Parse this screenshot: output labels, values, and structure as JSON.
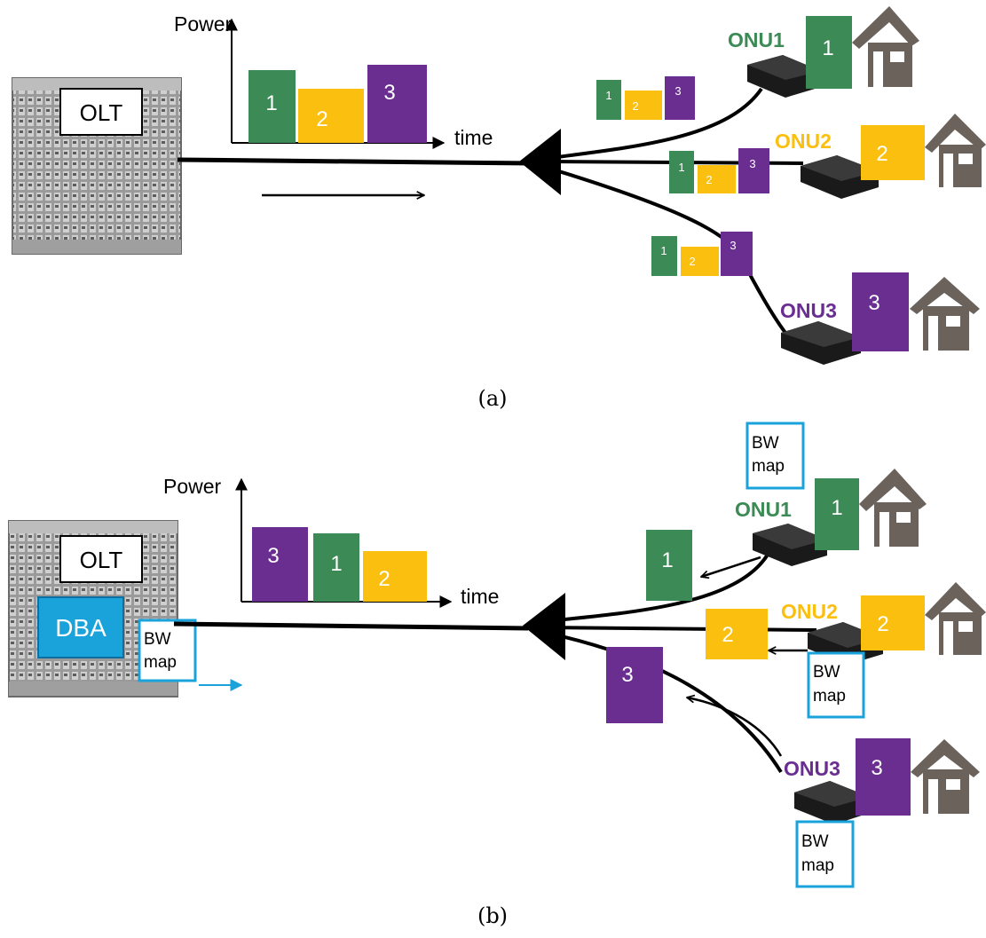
{
  "colors": {
    "green": "#3c8a55",
    "yellow": "#fbbf0f",
    "purple": "#6a2d90",
    "blue": "#1aa3db",
    "house": "#6b625c",
    "onu": "#1a1a1a"
  },
  "a": {
    "olt_label": "OLT",
    "power_label": "Power",
    "time_label": "time",
    "onu_names": [
      "ONU1",
      "ONU2",
      "ONU3"
    ],
    "chart_blocks": [
      "1",
      "2",
      "3"
    ],
    "onu_blocks": [
      "1",
      "2",
      "3"
    ],
    "frame_labels": [
      "1",
      "2",
      "3"
    ],
    "caption": "(a)"
  },
  "b": {
    "olt_label": "OLT",
    "dba_label": "DBA",
    "bwmap_line1": "BW",
    "bwmap_line2": "map",
    "power_label": "Power",
    "time_label": "time",
    "onu_names": [
      "ONU1",
      "ONU2",
      "ONU3"
    ],
    "chart_blocks": [
      "3",
      "1",
      "2"
    ],
    "onu_blocks": [
      "1",
      "2",
      "3"
    ],
    "burst_labels": [
      "1",
      "2",
      "3"
    ],
    "caption": "(b)"
  }
}
